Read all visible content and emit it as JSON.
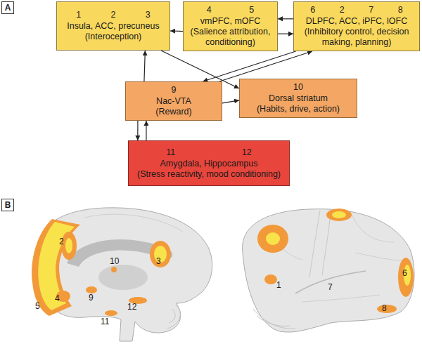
{
  "diagram": {
    "nodes": [
      {
        "text": [
          "1",
          "2",
          "3",
          "Insula, ACC, precuneus",
          "(Interoception)"
        ]
      },
      {
        "text": [
          "4",
          "5",
          "vmPFC, mOFC",
          "(Salience attribution, conditioning)"
        ]
      },
      {
        "text": [
          "6",
          "2",
          "7",
          "8",
          "DLPFC, ACC, iPFC, lOFC",
          "(Inhibitory control, decision making, planning)"
        ]
      },
      {
        "text": [
          "9",
          "Nac-VTA",
          "(Reward)"
        ]
      },
      {
        "text": [
          "10",
          "Dorsal striatum",
          "(Habits, drive, action)"
        ]
      },
      {
        "text": [
          "11",
          "12",
          "Amygdala, Hippocampus",
          "(Stress reactivity, mood conditioning)"
        ]
      }
    ],
    "edges": [
      {
        "from": 1,
        "to": 0,
        "arrow": "to"
      },
      {
        "from": 2,
        "to": 1,
        "arrow": "to"
      },
      {
        "from": 1,
        "to": 2,
        "arrow": "to"
      },
      {
        "from": 0,
        "to": 4,
        "arrow": "to"
      },
      {
        "from": 3,
        "to": 0,
        "arrow": "to"
      },
      {
        "from": 2,
        "to": 3,
        "arrow": "to"
      },
      {
        "from": 3,
        "to": 2,
        "arrow": "to"
      },
      {
        "from": 3,
        "to": 4,
        "arrow": "to"
      },
      {
        "from": 3,
        "to": 5,
        "arrow": "to"
      },
      {
        "from": 5,
        "to": 3,
        "arrow": "to"
      }
    ],
    "labels": [
      "A",
      "B",
      "2",
      "10",
      "3",
      "5",
      "4",
      "9",
      "12",
      "11",
      "1",
      "7",
      "6",
      "8"
    ]
  }
}
